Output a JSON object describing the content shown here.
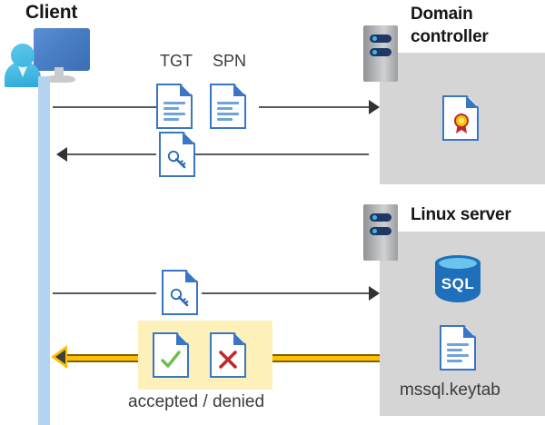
{
  "diagram": {
    "title_client": "Client",
    "title_domain_controller": "Domain\ncontroller",
    "title_domain_controller_line1": "Domain",
    "title_domain_controller_line2": "controller",
    "title_linux_server": "Linux server",
    "labels": {
      "tgt": "TGT",
      "spn": "SPN",
      "accepted_denied": "accepted / denied",
      "keytab": "mssql.keytab"
    },
    "icons": {
      "client": "user-computer-icon",
      "server_rack": "server-rack-icon",
      "tgt_document": "document-icon",
      "spn_document": "document-icon",
      "ticket_key_document": "key-document-icon",
      "service_ticket_document": "key-document-icon",
      "certificate": "certificate-document-icon",
      "sql_database": "sql-database-icon",
      "keytab_document": "document-icon",
      "accepted": "check-document-icon",
      "denied": "cross-document-icon"
    },
    "sql_text": "SQL",
    "flows": [
      {
        "id": "flow-1",
        "direction": "right",
        "from": "client",
        "to": "domain-controller",
        "payload": "TGT / SPN request"
      },
      {
        "id": "flow-2",
        "direction": "left",
        "from": "domain-controller",
        "to": "client",
        "payload": "service ticket"
      },
      {
        "id": "flow-3",
        "direction": "right",
        "from": "client",
        "to": "linux-server",
        "payload": "service ticket"
      },
      {
        "id": "flow-4",
        "direction": "left",
        "from": "linux-server",
        "to": "client",
        "payload": "accepted / denied"
      }
    ],
    "colors": {
      "panel_gray": "#d5d5d5",
      "lifeline_blue": "#b5d3f0",
      "highlight_yellow": "#fdf0b9",
      "arrow_yellow": "#ffc000",
      "doc_blue": "#3a76c4",
      "accent_navy": "#1f3864",
      "check_green": "#6cbd45",
      "cross_red": "#c0272d",
      "sql_blue": "#1f6fbb",
      "line_gray": "#595959"
    }
  }
}
